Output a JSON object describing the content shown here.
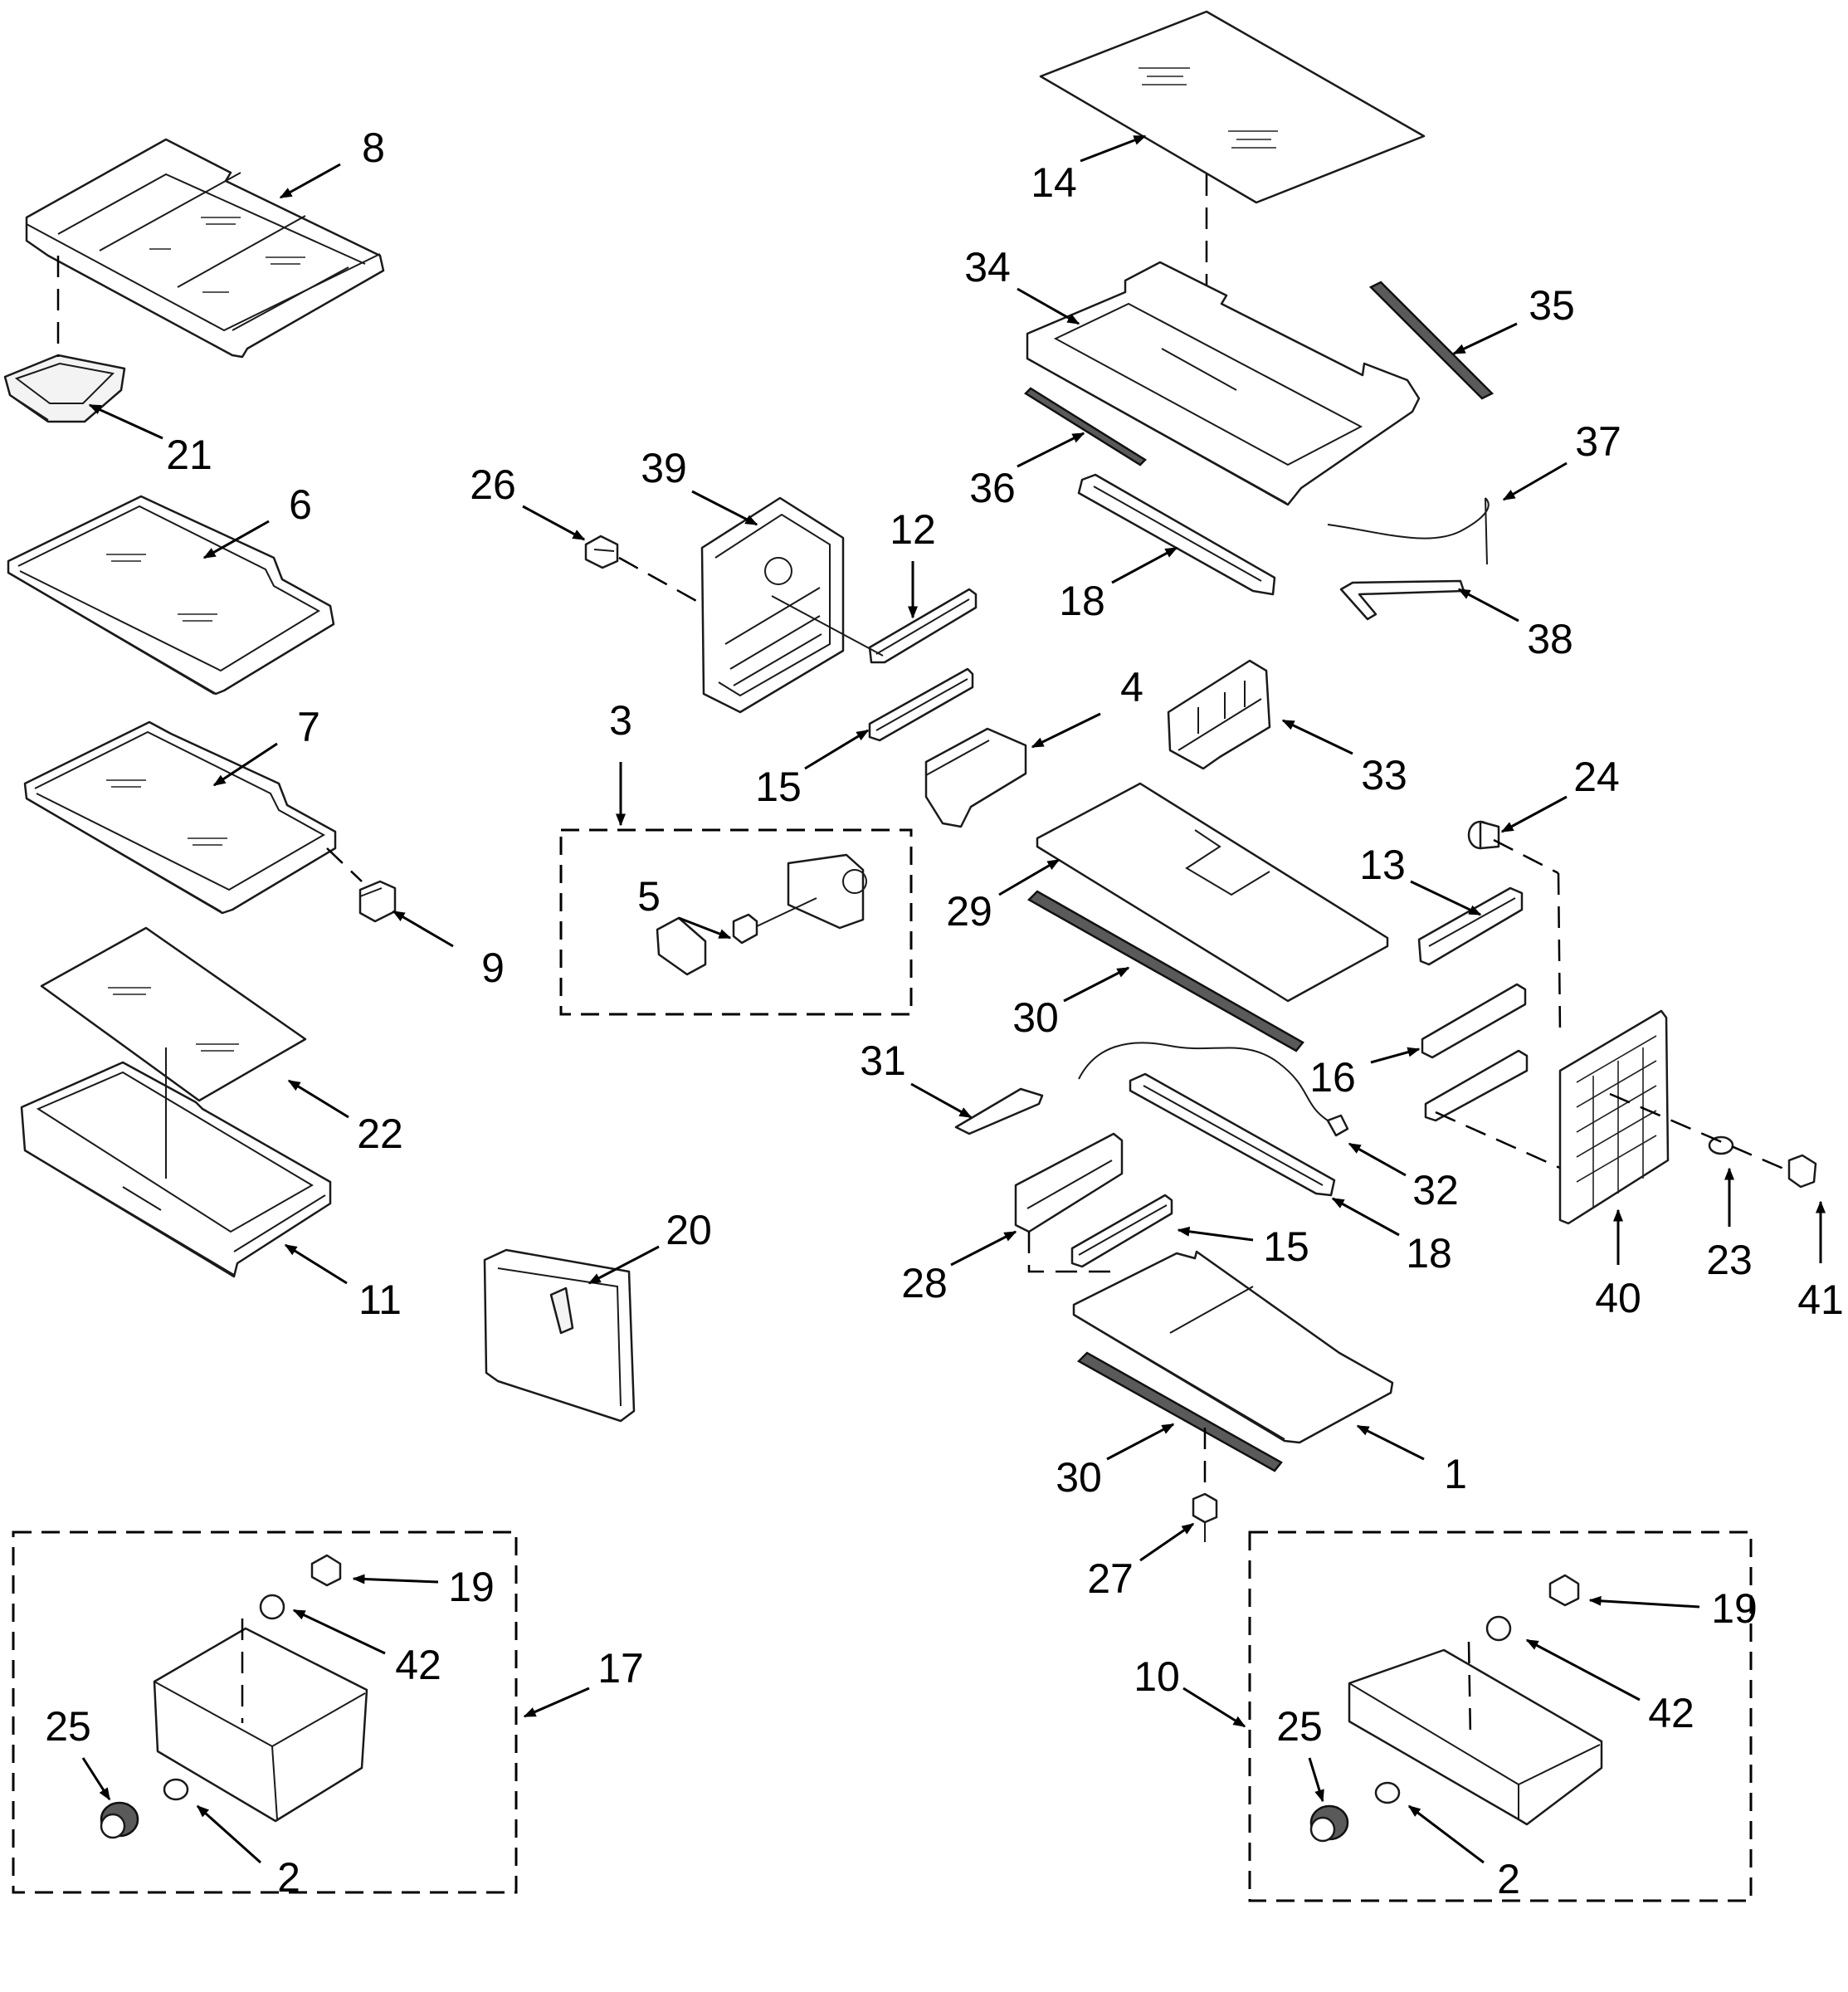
{
  "callouts": [
    {
      "id": "c8",
      "text": "8"
    },
    {
      "id": "c21",
      "text": "21"
    },
    {
      "id": "c6",
      "text": "6"
    },
    {
      "id": "c7",
      "text": "7"
    },
    {
      "id": "c9",
      "text": "9"
    },
    {
      "id": "c22",
      "text": "22"
    },
    {
      "id": "c11",
      "text": "11"
    },
    {
      "id": "c14",
      "text": "14"
    },
    {
      "id": "c34",
      "text": "34"
    },
    {
      "id": "c35",
      "text": "35"
    },
    {
      "id": "c36",
      "text": "36"
    },
    {
      "id": "c37",
      "text": "37"
    },
    {
      "id": "c38",
      "text": "38"
    },
    {
      "id": "c18a",
      "text": "18"
    },
    {
      "id": "c26",
      "text": "26"
    },
    {
      "id": "c39",
      "text": "39"
    },
    {
      "id": "c12",
      "text": "12"
    },
    {
      "id": "c15a",
      "text": "15"
    },
    {
      "id": "c4",
      "text": "4"
    },
    {
      "id": "c33",
      "text": "33"
    },
    {
      "id": "c3",
      "text": "3"
    },
    {
      "id": "c5",
      "text": "5"
    },
    {
      "id": "c24",
      "text": "24"
    },
    {
      "id": "c29",
      "text": "29"
    },
    {
      "id": "c13",
      "text": "13"
    },
    {
      "id": "c30a",
      "text": "30"
    },
    {
      "id": "c31",
      "text": "31"
    },
    {
      "id": "c16",
      "text": "16"
    },
    {
      "id": "c32",
      "text": "32"
    },
    {
      "id": "c18b",
      "text": "18"
    },
    {
      "id": "c15b",
      "text": "15"
    },
    {
      "id": "c28",
      "text": "28"
    },
    {
      "id": "c20",
      "text": "20"
    },
    {
      "id": "c23",
      "text": "23"
    },
    {
      "id": "c40",
      "text": "40"
    },
    {
      "id": "c41",
      "text": "41"
    },
    {
      "id": "c1",
      "text": "1"
    },
    {
      "id": "c30b",
      "text": "30"
    },
    {
      "id": "c27",
      "text": "27"
    },
    {
      "id": "c19a",
      "text": "19"
    },
    {
      "id": "c42a",
      "text": "42"
    },
    {
      "id": "c17",
      "text": "17"
    },
    {
      "id": "c25a",
      "text": "25"
    },
    {
      "id": "c2a",
      "text": "2"
    },
    {
      "id": "c19b",
      "text": "19"
    },
    {
      "id": "c10",
      "text": "10"
    },
    {
      "id": "c42b",
      "text": "42"
    },
    {
      "id": "c25b",
      "text": "25"
    },
    {
      "id": "c2b",
      "text": "2"
    }
  ]
}
